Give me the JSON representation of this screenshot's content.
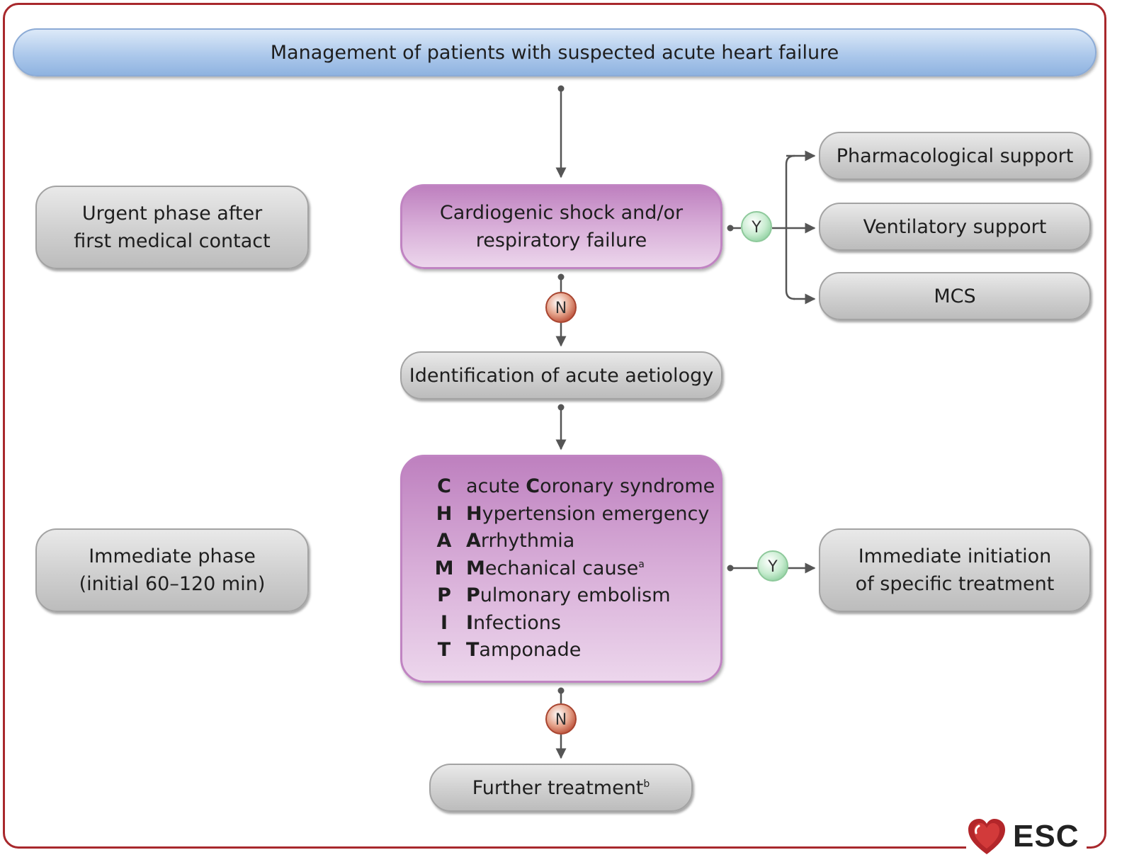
{
  "title": "Management of patients with suspected acute heart failure",
  "phases": {
    "urgent": [
      "Urgent phase after",
      "first medical contact"
    ],
    "immediate": [
      "Immediate phase",
      "(initial 60–120 min)"
    ]
  },
  "nodes": {
    "shock": [
      "Cardiogenic shock and/or",
      "respiratory failure"
    ],
    "pharmacological": "Pharmacological support",
    "ventilatory": "Ventilatory support",
    "mcs": "MCS",
    "aetiology": "Identification of acute aetiology",
    "specific_treatment": [
      "Immediate initiation",
      "of specific treatment"
    ],
    "further_treatment": "Further treatment",
    "further_treatment_sup": "b"
  },
  "champ": [
    {
      "letter": "C",
      "prefix": "acute ",
      "bold": "C",
      "rest": "oronary syndrome",
      "sup": ""
    },
    {
      "letter": "H",
      "prefix": "",
      "bold": "H",
      "rest": "ypertension emergency",
      "sup": ""
    },
    {
      "letter": "A",
      "prefix": "",
      "bold": "A",
      "rest": "rrhythmia",
      "sup": ""
    },
    {
      "letter": "M",
      "prefix": "",
      "bold": "M",
      "rest": "echanical cause",
      "sup": "a"
    },
    {
      "letter": "P",
      "prefix": "",
      "bold": "P",
      "rest": "ulmonary embolism",
      "sup": ""
    },
    {
      "letter": "I",
      "prefix": "",
      "bold": "I",
      "rest": "nfections",
      "sup": ""
    },
    {
      "letter": "T",
      "prefix": "",
      "bold": "T",
      "rest": "amponade",
      "sup": ""
    }
  ],
  "badges": {
    "yes": "Y",
    "no": "N"
  },
  "logo": {
    "text": "ESC",
    "icon": "heart-icon"
  },
  "colors": {
    "frame": "#a8282c",
    "header": "#a9c6ea",
    "purple": "#d8aed8",
    "grey": "#cfcfcf",
    "yes_badge": "#b9e6c4",
    "no_badge": "#c0563d"
  }
}
